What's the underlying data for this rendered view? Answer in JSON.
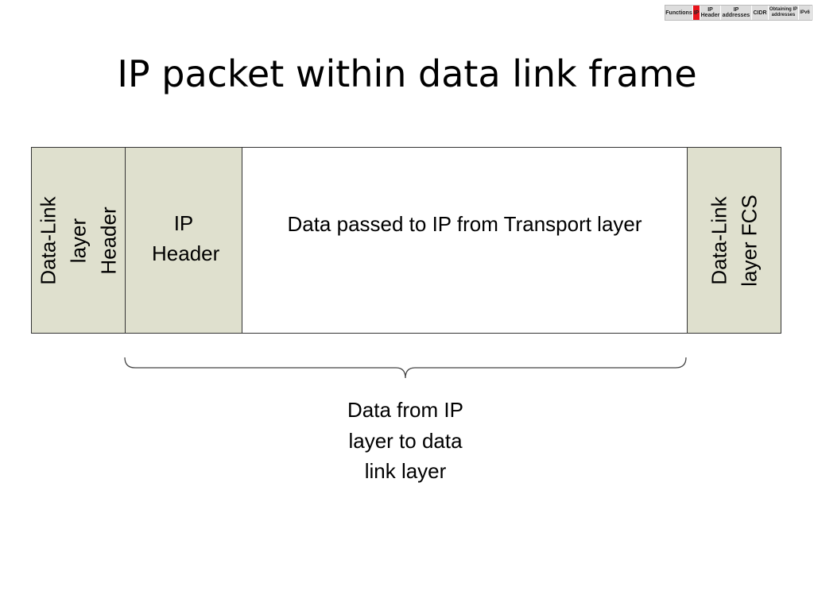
{
  "nav": {
    "items": [
      {
        "label": "Functions"
      },
      {
        "label": "IP",
        "active": true
      },
      {
        "label": "IP Header"
      },
      {
        "label": "IP addresses"
      },
      {
        "label": "CIDR"
      },
      {
        "label": "Obtaining IP addresses"
      },
      {
        "label": "IPv6"
      }
    ],
    "active_color": "#e8141b"
  },
  "title": "IP packet within data link frame",
  "frame": {
    "dl_header": "Data-Link layer Header",
    "ip_header": "IP Header",
    "data": "Data passed to IP from Transport layer",
    "dl_fcs": "Data-Link layer FCS"
  },
  "brace_label": "Data from IP layer to data link layer",
  "colors": {
    "header_fill": "#dfe0ce"
  }
}
